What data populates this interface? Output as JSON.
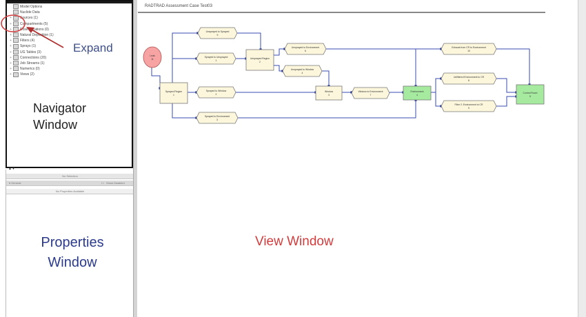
{
  "navigator": {
    "tree": [
      {
        "label": "Model Options"
      },
      {
        "label": "Nuclide Data"
      },
      {
        "label": "Sources (1)"
      },
      {
        "label": "Compartments (5)"
      },
      {
        "label": "Dose Locations (0)"
      },
      {
        "label": "Natural Deposition (1)"
      },
      {
        "label": "Filters (4)"
      },
      {
        "label": "Sprays (1)"
      },
      {
        "label": "UG Tables (3)"
      },
      {
        "label": "Connections (20)"
      },
      {
        "label": "Job Streams (1)"
      },
      {
        "label": "Numerics (0)"
      },
      {
        "label": "Views (2)"
      }
    ],
    "annotation_expand": "Expand",
    "label_line1": "Navigator",
    "label_line2": "Window"
  },
  "properties": {
    "selection_text": "No Selection",
    "tab_general": "General",
    "show_disabled_label": "Show Disabled",
    "empty_text": "No Properties Available",
    "label_line1": "Properties",
    "label_line2": "Window"
  },
  "view": {
    "case_title": "RADTRAD Assessment Case Test03",
    "label": "View Window",
    "diagram": {
      "nodes": [
        {
          "id": "src",
          "label": "Leak",
          "num": "11",
          "type": "source"
        },
        {
          "id": "c1",
          "label": "Sprayed Region",
          "num": "1",
          "type": "comp"
        },
        {
          "id": "c2",
          "label": "Unsprayed Region",
          "num": "2",
          "type": "comp"
        },
        {
          "id": "c3",
          "label": "Window",
          "num": "3",
          "type": "comp"
        },
        {
          "id": "env",
          "label": "Environment",
          "num": "4",
          "type": "env"
        },
        {
          "id": "cr",
          "label": "Control Room",
          "num": "5",
          "type": "env"
        },
        {
          "id": "p1",
          "label": "Unsprayed to Sprayed",
          "num": "9",
          "type": "path"
        },
        {
          "id": "p2",
          "label": "Sprayed to Unsprayed",
          "num": "1",
          "type": "path"
        },
        {
          "id": "p3",
          "label": "Sprayed to Window",
          "num": "2",
          "type": "path"
        },
        {
          "id": "p4",
          "label": "Sprayed to Environment",
          "num": "3",
          "type": "path"
        },
        {
          "id": "p5",
          "label": "Unsprayed to Environment",
          "num": "6",
          "type": "path"
        },
        {
          "id": "p6",
          "label": "Unsprayed to Window",
          "num": "4",
          "type": "path"
        },
        {
          "id": "p7",
          "label": "Window to Environment",
          "num": "7",
          "type": "path"
        },
        {
          "id": "p8",
          "label": "Exhaust from CR to Environment",
          "num": "10",
          "type": "path"
        },
        {
          "id": "p9",
          "label": "Unfiltered Environment to CR",
          "num": "8",
          "type": "path"
        },
        {
          "id": "p10",
          "label": "Filter 2: Environment to CR",
          "num": "9",
          "type": "path"
        }
      ]
    }
  }
}
